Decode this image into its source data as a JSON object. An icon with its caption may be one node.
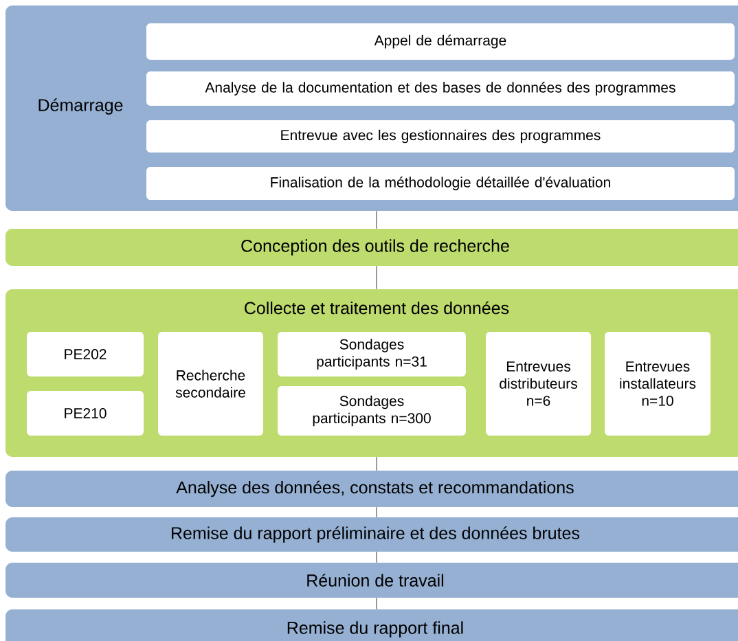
{
  "diagram": {
    "nodes": [
      {
        "text": [
          "Démarrage"
        ]
      },
      {
        "text": [
          "Appel de démarrage"
        ],
        "in": 0
      },
      {
        "text": [
          "Analyse de la documentation et des bases de données des programmes"
        ],
        "in": 0
      },
      {
        "text": [
          "Entrevue avec les gestionnaires des programmes"
        ],
        "in": 0
      },
      {
        "text": [
          "Finalisation de la méthodologie détaillée d'évaluation"
        ],
        "in": 0
      },
      {
        "text": [
          "Conception des outils de recherche"
        ]
      },
      {
        "text": [
          "Collecte et traitement des données"
        ]
      },
      {
        "text": [
          "PE202"
        ],
        "in": 6
      },
      {
        "text": [
          "PE210"
        ],
        "in": 6
      },
      {
        "text": [
          "Recherche secondaire"
        ],
        "in": 6
      },
      {
        "text": [
          "Sondages participants n=31"
        ],
        "in": 6
      },
      {
        "text": [
          "Sondages participants n=300"
        ],
        "in": 6
      },
      {
        "text": [
          "Entrevues distributeurs n=6"
        ],
        "in": 6
      },
      {
        "text": [
          "Entrevues installateurs n=10"
        ],
        "in": 6
      },
      {
        "text": [
          "Analyse des données, constats et recommandations"
        ]
      },
      {
        "text": [
          "Remise du rapport préliminaire et des données brutes"
        ]
      },
      {
        "text": [
          "Réunion de travail"
        ]
      },
      {
        "text": [
          "Remise du rapport final"
        ]
      }
    ],
    "edges": [
      {
        "from": 0,
        "to": 5,
        "arrow": "none"
      },
      {
        "from": 5,
        "to": 6,
        "arrow": "none"
      },
      {
        "from": 6,
        "to": 14,
        "arrow": "none"
      },
      {
        "from": 14,
        "to": 15,
        "arrow": "none"
      },
      {
        "from": 15,
        "to": 16,
        "arrow": "none"
      },
      {
        "from": 16,
        "to": 17,
        "arrow": "none"
      }
    ]
  }
}
